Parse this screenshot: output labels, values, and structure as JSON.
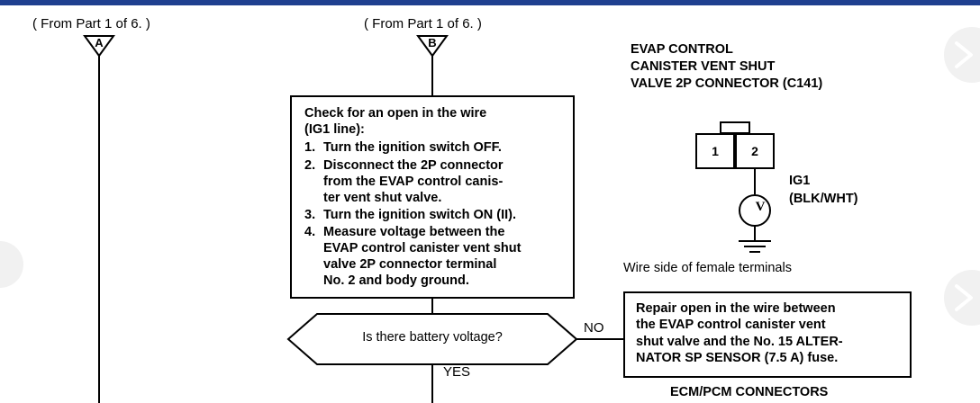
{
  "page": {
    "from_part_a": "( From Part 1 of 6. )",
    "from_part_b": "( From Part 1 of 6. )",
    "connector_a_letter": "A",
    "connector_b_letter": "B"
  },
  "procedure": {
    "title_line1": "Check for an open in the wire",
    "title_line2": "(IG1 line):",
    "steps": [
      {
        "num": "1.",
        "lines": [
          "Turn the ignition switch OFF."
        ]
      },
      {
        "num": "2.",
        "lines": [
          "Disconnect the 2P connector",
          "from the EVAP control canis-",
          "ter vent shut valve."
        ]
      },
      {
        "num": "3.",
        "lines": [
          "Turn the ignition switch ON (II)."
        ]
      },
      {
        "num": "4.",
        "lines": [
          "Measure voltage between the",
          "EVAP control canister vent shut",
          "valve 2P connector terminal",
          "No. 2 and body ground."
        ]
      }
    ]
  },
  "decision": {
    "question": "Is there battery voltage?",
    "no_label": "NO",
    "yes_label": "YES"
  },
  "repair": {
    "lines": [
      "Repair open in the wire between",
      "the EVAP control canister vent",
      "shut valve and the No. 15 ALTER-",
      "NATOR SP SENSOR (7.5 A) fuse."
    ]
  },
  "connector": {
    "title_lines": [
      "EVAP CONTROL",
      "CANISTER VENT SHUT",
      "VALVE 2P CONNECTOR (C141)"
    ],
    "pins": [
      "1",
      "2"
    ],
    "signal_name": "IG1",
    "signal_color": "(BLK/WHT)",
    "meter_letter": "V",
    "wire_side_note": "Wire side of female terminals"
  },
  "footer": {
    "ecm_title": "ECM/PCM CONNECTORS"
  },
  "colors": {
    "line": "#000000",
    "topbar": "#1f3f8f",
    "page_bg": "#ffffff",
    "scroll_circle": "#f1f1f1"
  }
}
